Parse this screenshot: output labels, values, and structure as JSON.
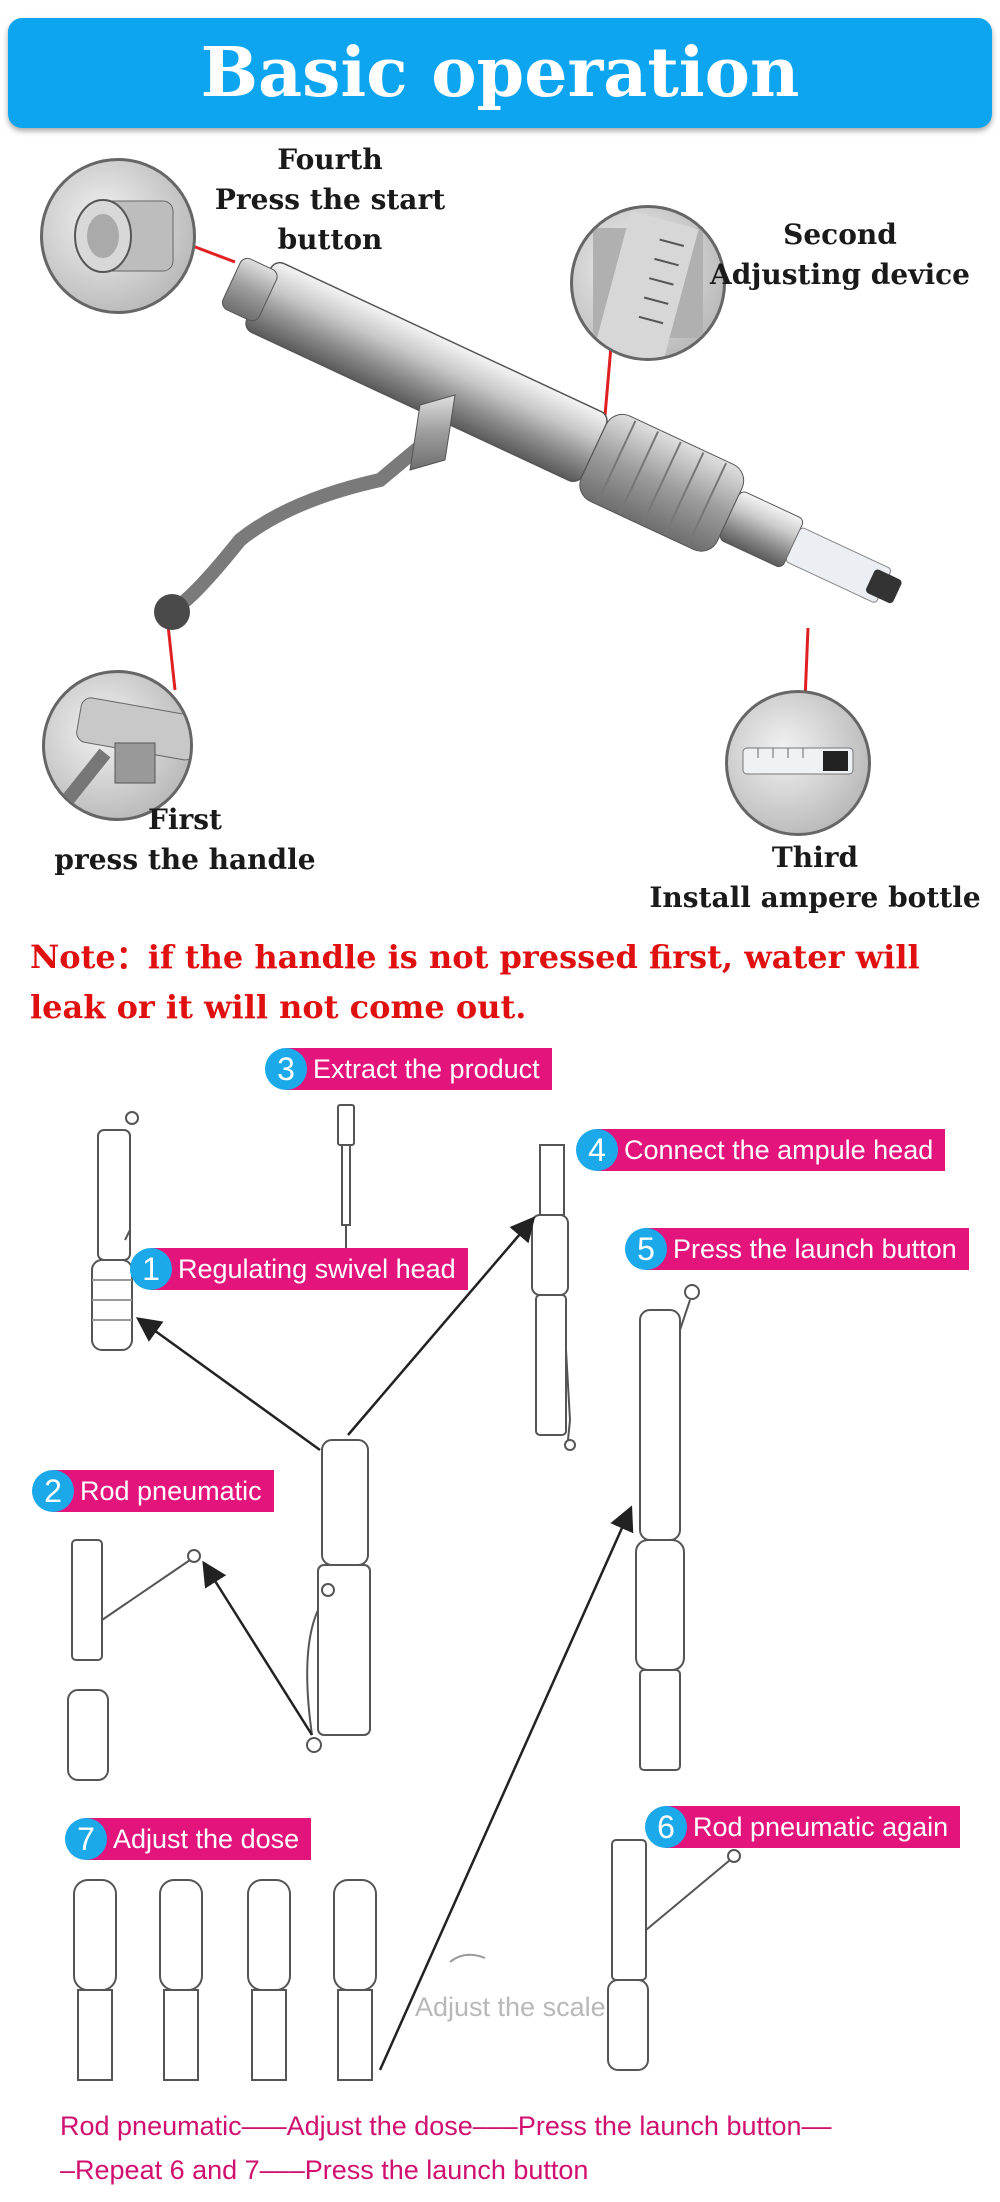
{
  "title": "Basic operation",
  "callouts": {
    "fourth": [
      "Fourth",
      "Press the start button"
    ],
    "second": [
      "Second",
      "Adjusting device"
    ],
    "first": [
      "First",
      "press the handle"
    ],
    "third": [
      "Third",
      "Install ampere bottle"
    ]
  },
  "note": "Note：if the handle is not pressed first, water will leak or it will not come out.",
  "steps": [
    {
      "num": "1",
      "label": "Regulating swivel head"
    },
    {
      "num": "2",
      "label": "Rod pneumatic"
    },
    {
      "num": "3",
      "label": "Extract the product"
    },
    {
      "num": "4",
      "label": "Connect the ampule head"
    },
    {
      "num": "5",
      "label": "Press the launch button"
    },
    {
      "num": "6",
      "label": "Rod pneumatic again"
    },
    {
      "num": "7",
      "label": "Adjust the dose"
    }
  ],
  "scale_label": "Adjust the scale",
  "sequence": [
    "Rod pneumatic–––Adjust the dose–––Press the launch button––",
    "–Repeat 6 and 7–––Press the launch button"
  ],
  "colors": {
    "banner": "#0ea5f0",
    "step_bg": "#e3147b",
    "step_num": "#1ba9ea",
    "note": "#e01010",
    "leader_line": "#e02020"
  }
}
